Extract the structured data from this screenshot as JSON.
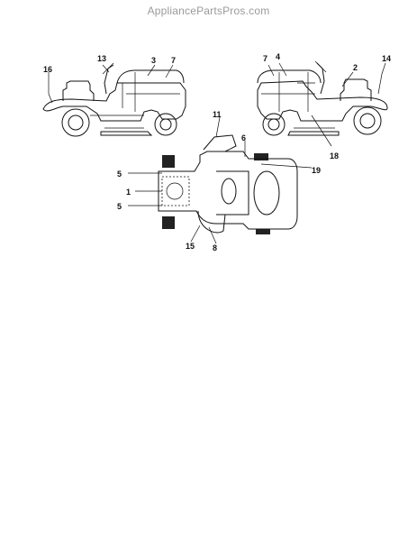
{
  "watermark": "AppliancePartsPros.com",
  "callouts": {
    "left_view": [
      "16",
      "13",
      "3",
      "7"
    ],
    "right_view": [
      "7",
      "4",
      "2",
      "14",
      "18"
    ],
    "top_view": [
      "11",
      "6",
      "19",
      "5",
      "1",
      "5",
      "15",
      "8"
    ]
  },
  "colors": {
    "line": "#111111",
    "watermark": "#9a9a9a",
    "background": "#ffffff"
  }
}
